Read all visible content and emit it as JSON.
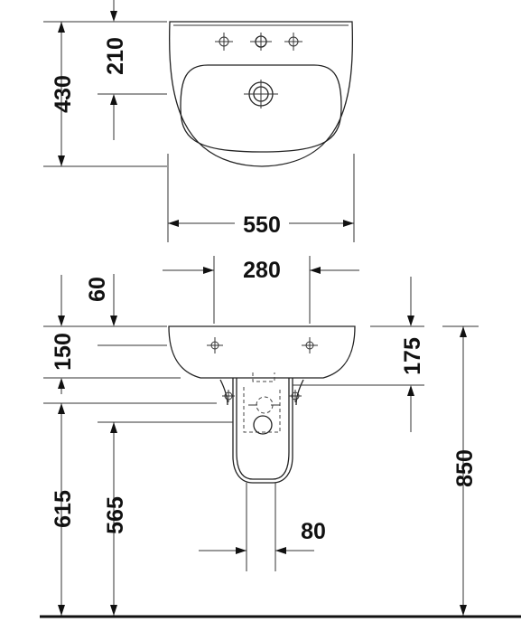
{
  "dimensions": {
    "top_depth": "430",
    "tap_depth": "210",
    "width": "550",
    "tap_spacing": "280",
    "bowl_top_offset": "60",
    "bowl_height": "150",
    "overflow_height": "175",
    "floor_to_rim": "850",
    "floor_to_bowl_base": "615",
    "floor_to_pedestal": "565",
    "pedestal_width": "80"
  }
}
